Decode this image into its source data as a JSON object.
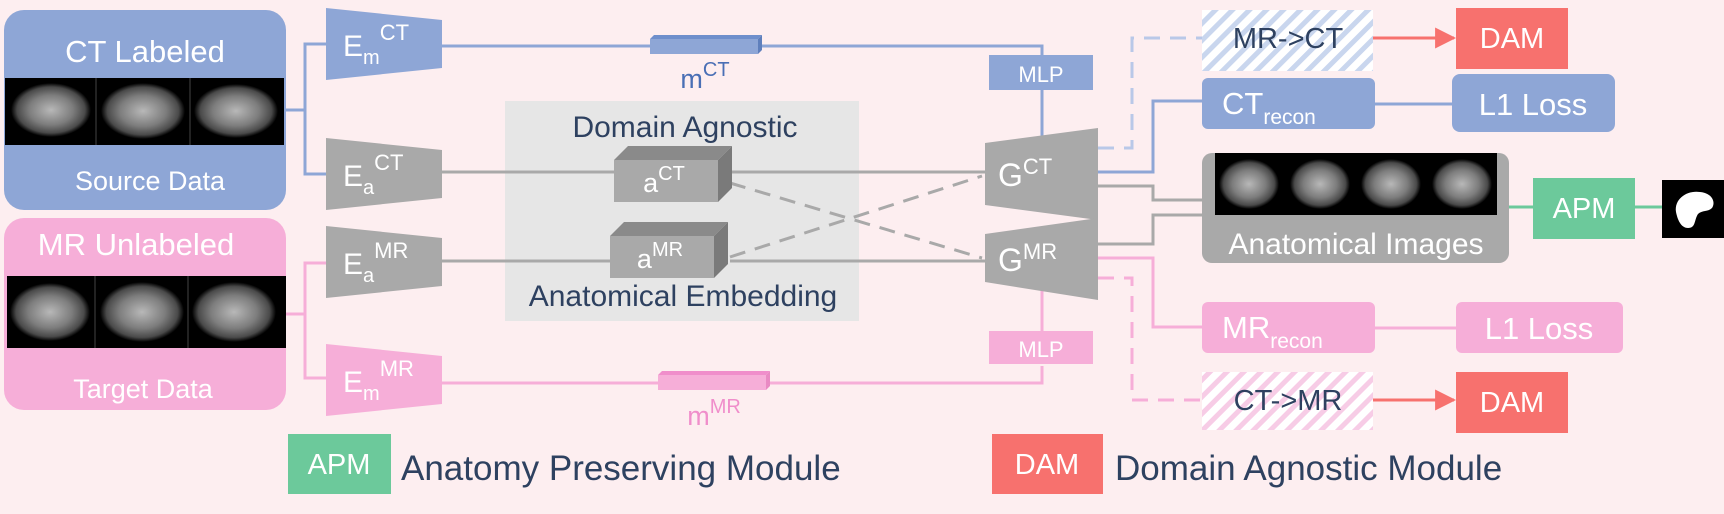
{
  "colors": {
    "ct": "#8ea6d6",
    "ct_text": "#4a6fb5",
    "mr": "#f6aed8",
    "mr_text": "#f08ecb",
    "gray": "#a9a9a9",
    "apm": "#6cc99b",
    "dam": "#f7716e",
    "text_dark": "#2e4160"
  },
  "source_panel": {
    "title": "CT Labeled",
    "caption": "Source Data"
  },
  "target_panel": {
    "title": "MR Unlabeled",
    "caption": "Target Data"
  },
  "encoders": {
    "em_ct": {
      "base": "E",
      "sub": "m",
      "sup": "CT"
    },
    "ea_ct": {
      "base": "E",
      "sub": "a",
      "sup": "CT"
    },
    "ea_mr": {
      "base": "E",
      "sub": "a",
      "sup": "MR"
    },
    "em_mr": {
      "base": "E",
      "sub": "m",
      "sup": "MR"
    }
  },
  "modality_codes": {
    "m_ct": {
      "base": "m",
      "sup": "CT"
    },
    "m_mr": {
      "base": "m",
      "sup": "MR"
    }
  },
  "embedding_box": {
    "title": "Domain Agnostic",
    "caption": "Anatomical Embedding",
    "a_ct": {
      "base": "a",
      "sup": "CT"
    },
    "a_mr": {
      "base": "a",
      "sup": "MR"
    }
  },
  "mlp": {
    "ct": "MLP",
    "mr": "MLP"
  },
  "generators": {
    "g_ct": {
      "base": "G",
      "sup": "CT"
    },
    "g_mr": {
      "base": "G",
      "sup": "MR"
    }
  },
  "outputs": {
    "mr_to_ct": "MR->CT",
    "ct_recon": {
      "base": "CT",
      "sub": "recon"
    },
    "anatomical_images": "Anatomical Images",
    "mr_recon": {
      "base": "MR",
      "sub": "recon"
    },
    "ct_to_mr": "CT->MR",
    "dam_top": "DAM",
    "l1_ct": "L1 Loss",
    "apm": "APM",
    "l1_mr": "L1 Loss",
    "dam_bottom": "DAM"
  },
  "legend": {
    "apm_tag": "APM",
    "apm_text": "Anatomy Preserving Module",
    "dam_tag": "DAM",
    "dam_text": "Domain Agnostic Module"
  }
}
